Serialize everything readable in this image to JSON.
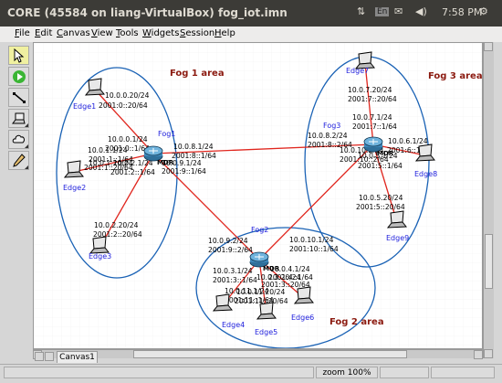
{
  "window": {
    "title": "CORE (45584 on liang-VirtualBox) fog_iot.imn",
    "tray_lang": "En",
    "clock": "7:58 PM"
  },
  "menu": [
    "File",
    "Edit",
    "Canvas",
    "View",
    "Tools",
    "Widgets",
    "Session",
    "Help"
  ],
  "toolbar": [
    "select-tool",
    "start-session-button",
    "link-tool",
    "router-tool",
    "network-cloud-tool",
    "annotation-tool"
  ],
  "areas": [
    {
      "label": "Fog 1 area"
    },
    {
      "label": "Fog 3 area"
    },
    {
      "label": "Fog 2 area"
    }
  ],
  "routers": [
    {
      "label": "Fog1",
      "type": "MDR"
    },
    {
      "label": "Fog3",
      "type": "MDR"
    },
    {
      "label": "Fog2",
      "type": "MDR"
    }
  ],
  "hosts": [
    "Edge1",
    "Edge2",
    "Edge3",
    "Edge7",
    "Edge8",
    "Edge9",
    "Edge4",
    "Edge5",
    "Edge6"
  ],
  "link_labels": [
    "10.0.0.20/24",
    "2001:0::20/64",
    "10.0.0.1/24",
    "2001:0::1/64",
    "10.0.1.1/24",
    "2001:1::1/64",
    "10.0.1.20/24",
    "2001:1::20/64",
    "10.0.2.1/24",
    "2001:2::1/64",
    "10.0.2.20/24",
    "2001:2::20/64",
    "10.0.8.1/24",
    "2001:8::1/64",
    "10.0.9.1/24",
    "2001:9::1/64",
    "10.0.8.2/24",
    "2001:8::2/64",
    "10.0.7.20/24",
    "2001:7::20/64",
    "10.0.7.1/24",
    "2001:7::1/64",
    "10.0.6.1/24",
    "2001:6::1/64",
    "10.0.10.2/24",
    "2001:10::2/64",
    "10.0.5.1/24",
    "2001:5::1/64",
    "10.0.5.20/24",
    "2001:5::20/64",
    "10.0.9.2/24",
    "2001:9::2/64",
    "10.0.10.1/24",
    "2001:10::1/64",
    "10.0.3.1/24",
    "2001:3::1/64",
    "10.0.4.1/24",
    "2001:4::1/64",
    "10.0.11.1/24",
    "2001:11::1/64",
    "10.0.11.20/24",
    "2001:11::20/64",
    "10.0.3.20/24",
    "2001:3::20/64"
  ],
  "canvas_tab": "Canvas1",
  "status": {
    "zoom": "zoom 100%"
  },
  "colors": {
    "link": "#e0261e",
    "area_outline": "#1a62b5",
    "area_label": "#8b1a10",
    "host_label": "#2222dd"
  }
}
